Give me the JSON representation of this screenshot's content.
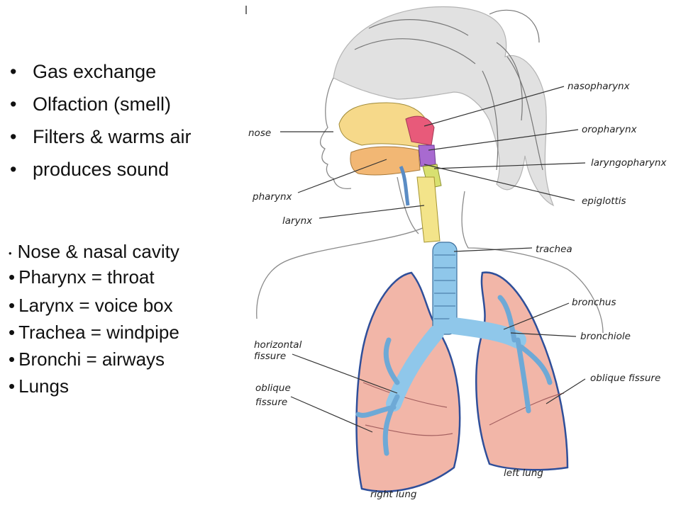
{
  "functions": [
    {
      "bullet": "•",
      "text": "Gas exchange"
    },
    {
      "bullet": "•",
      "text": "Olfaction (smell)"
    },
    {
      "bullet": "•",
      "text": "Filters & warms air"
    },
    {
      "bullet": "•",
      "text": "produces sound"
    }
  ],
  "structures": [
    {
      "bullet": "•",
      "text": "Nose & nasal cavity"
    },
    {
      "bullet": "•",
      "text": "Pharynx = throat"
    },
    {
      "bullet": "•",
      "text": "Larynx = voice box"
    },
    {
      "bullet": "•",
      "text": "Trachea = windpipe"
    },
    {
      "bullet": "•",
      "text": "Bronchi = airways"
    },
    {
      "bullet": "•",
      "text": "Lungs"
    }
  ],
  "diagram_labels": {
    "nasopharynx": "nasopharynx",
    "nose": "nose",
    "oropharynx": "oropharynx",
    "laryngopharynx": "laryngopharynx",
    "pharynx": "pharynx",
    "epiglottis": "epiglottis",
    "larynx": "larynx",
    "trachea": "trachea",
    "bronchus": "bronchus",
    "bronchiole": "bronchiole",
    "horizontal_fissure_1": "horizontal",
    "horizontal_fissure_2": "fissure",
    "oblique_fissure_right_1": "oblique",
    "oblique_fissure_right_2": "fissure",
    "oblique_fissure_left": "oblique fissure",
    "left_lung": "left lung",
    "right_lung": "right lung"
  },
  "colors": {
    "nasal_cavity": "#f6d98a",
    "nasopharynx": "#e85a7a",
    "oropharynx": "#a86ad0",
    "laryngopharynx": "#d8e070",
    "larynx": "#f3e48a",
    "trachea": "#8fc7ea",
    "lung_fill": "#f2b6a8",
    "lung_outline": "#2f4f9a",
    "hair": "#8a8a8a",
    "skin_outline": "#7a7a7a"
  }
}
